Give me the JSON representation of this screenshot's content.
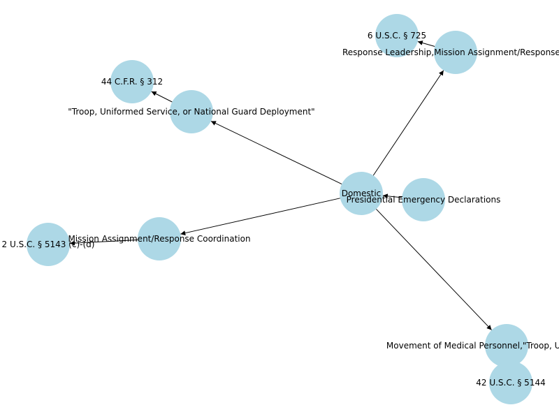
{
  "colors": {
    "node_fill": "#add8e6",
    "edge": "#000000",
    "label": "#000000"
  },
  "nodes": [
    {
      "id": "domestic",
      "label": "Domestic"
    },
    {
      "id": "ped",
      "label": "Presidential Emergency Declarations"
    },
    {
      "id": "rl",
      "label": "Response Leadership,Mission Assignment/Response C"
    },
    {
      "id": "usc725",
      "label": "6 U.S.C. § 725"
    },
    {
      "id": "troop",
      "label": "\"Troop, Uniformed Service, or National Guard Deployment\""
    },
    {
      "id": "cfr312",
      "label": "44 C.F.R. § 312"
    },
    {
      "id": "mission",
      "label": "Mission Assignment/Response Coordination"
    },
    {
      "id": "usc5143",
      "label": "2 U.S.C. § 5143 (c)-(d)"
    },
    {
      "id": "medical",
      "label": "Movement of Medical Personnel,\"Troop, Uniformed Servic"
    },
    {
      "id": "usc5144",
      "label": "42 U.S.C. § 5144"
    }
  ],
  "edges": [
    {
      "from": "ped",
      "to": "domestic"
    },
    {
      "from": "domestic",
      "to": "rl"
    },
    {
      "from": "rl",
      "to": "usc725"
    },
    {
      "from": "domestic",
      "to": "troop"
    },
    {
      "from": "troop",
      "to": "cfr312"
    },
    {
      "from": "domestic",
      "to": "mission"
    },
    {
      "from": "mission",
      "to": "usc5143"
    },
    {
      "from": "domestic",
      "to": "medical"
    }
  ]
}
